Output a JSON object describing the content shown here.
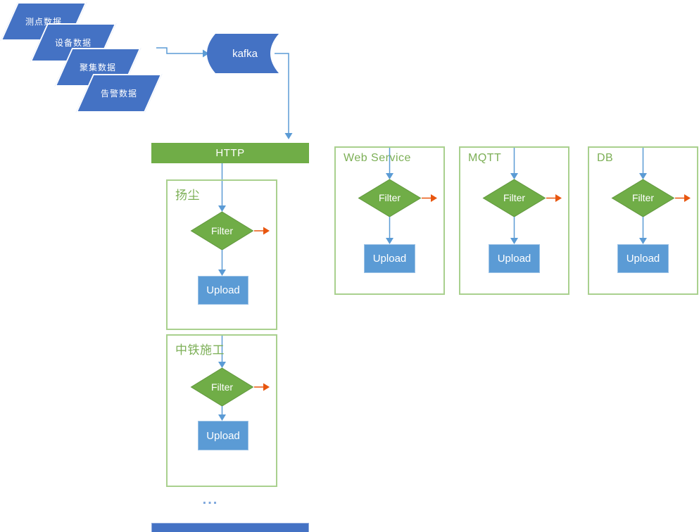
{
  "colors": {
    "shape_blue": "#4472C4",
    "flow_blue": "#5B9BD5",
    "green": "#70AD47",
    "box_border_green": "#A9D08E",
    "label_green": "#7CAF56",
    "reject_orange": "#E8560F",
    "ellipsis_blue": "#7CA6DC"
  },
  "sources": [
    {
      "label": "测点数据"
    },
    {
      "label": "设备数据"
    },
    {
      "label": "聚集数据"
    },
    {
      "label": "告警数据"
    }
  ],
  "queue": {
    "label": "kafka"
  },
  "gateway": {
    "label": "HTTP"
  },
  "channels": [
    {
      "label": "扬尘",
      "filter": "Filter",
      "upload": "Upload"
    },
    {
      "label": "中铁施工",
      "filter": "Filter",
      "upload": "Upload"
    },
    {
      "label": "Web Service",
      "filter": "Filter",
      "upload": "Upload"
    },
    {
      "label": "MQTT",
      "filter": "Filter",
      "upload": "Upload"
    },
    {
      "label": "DB",
      "filter": "Filter",
      "upload": "Upload"
    }
  ],
  "ellipsis": "..."
}
